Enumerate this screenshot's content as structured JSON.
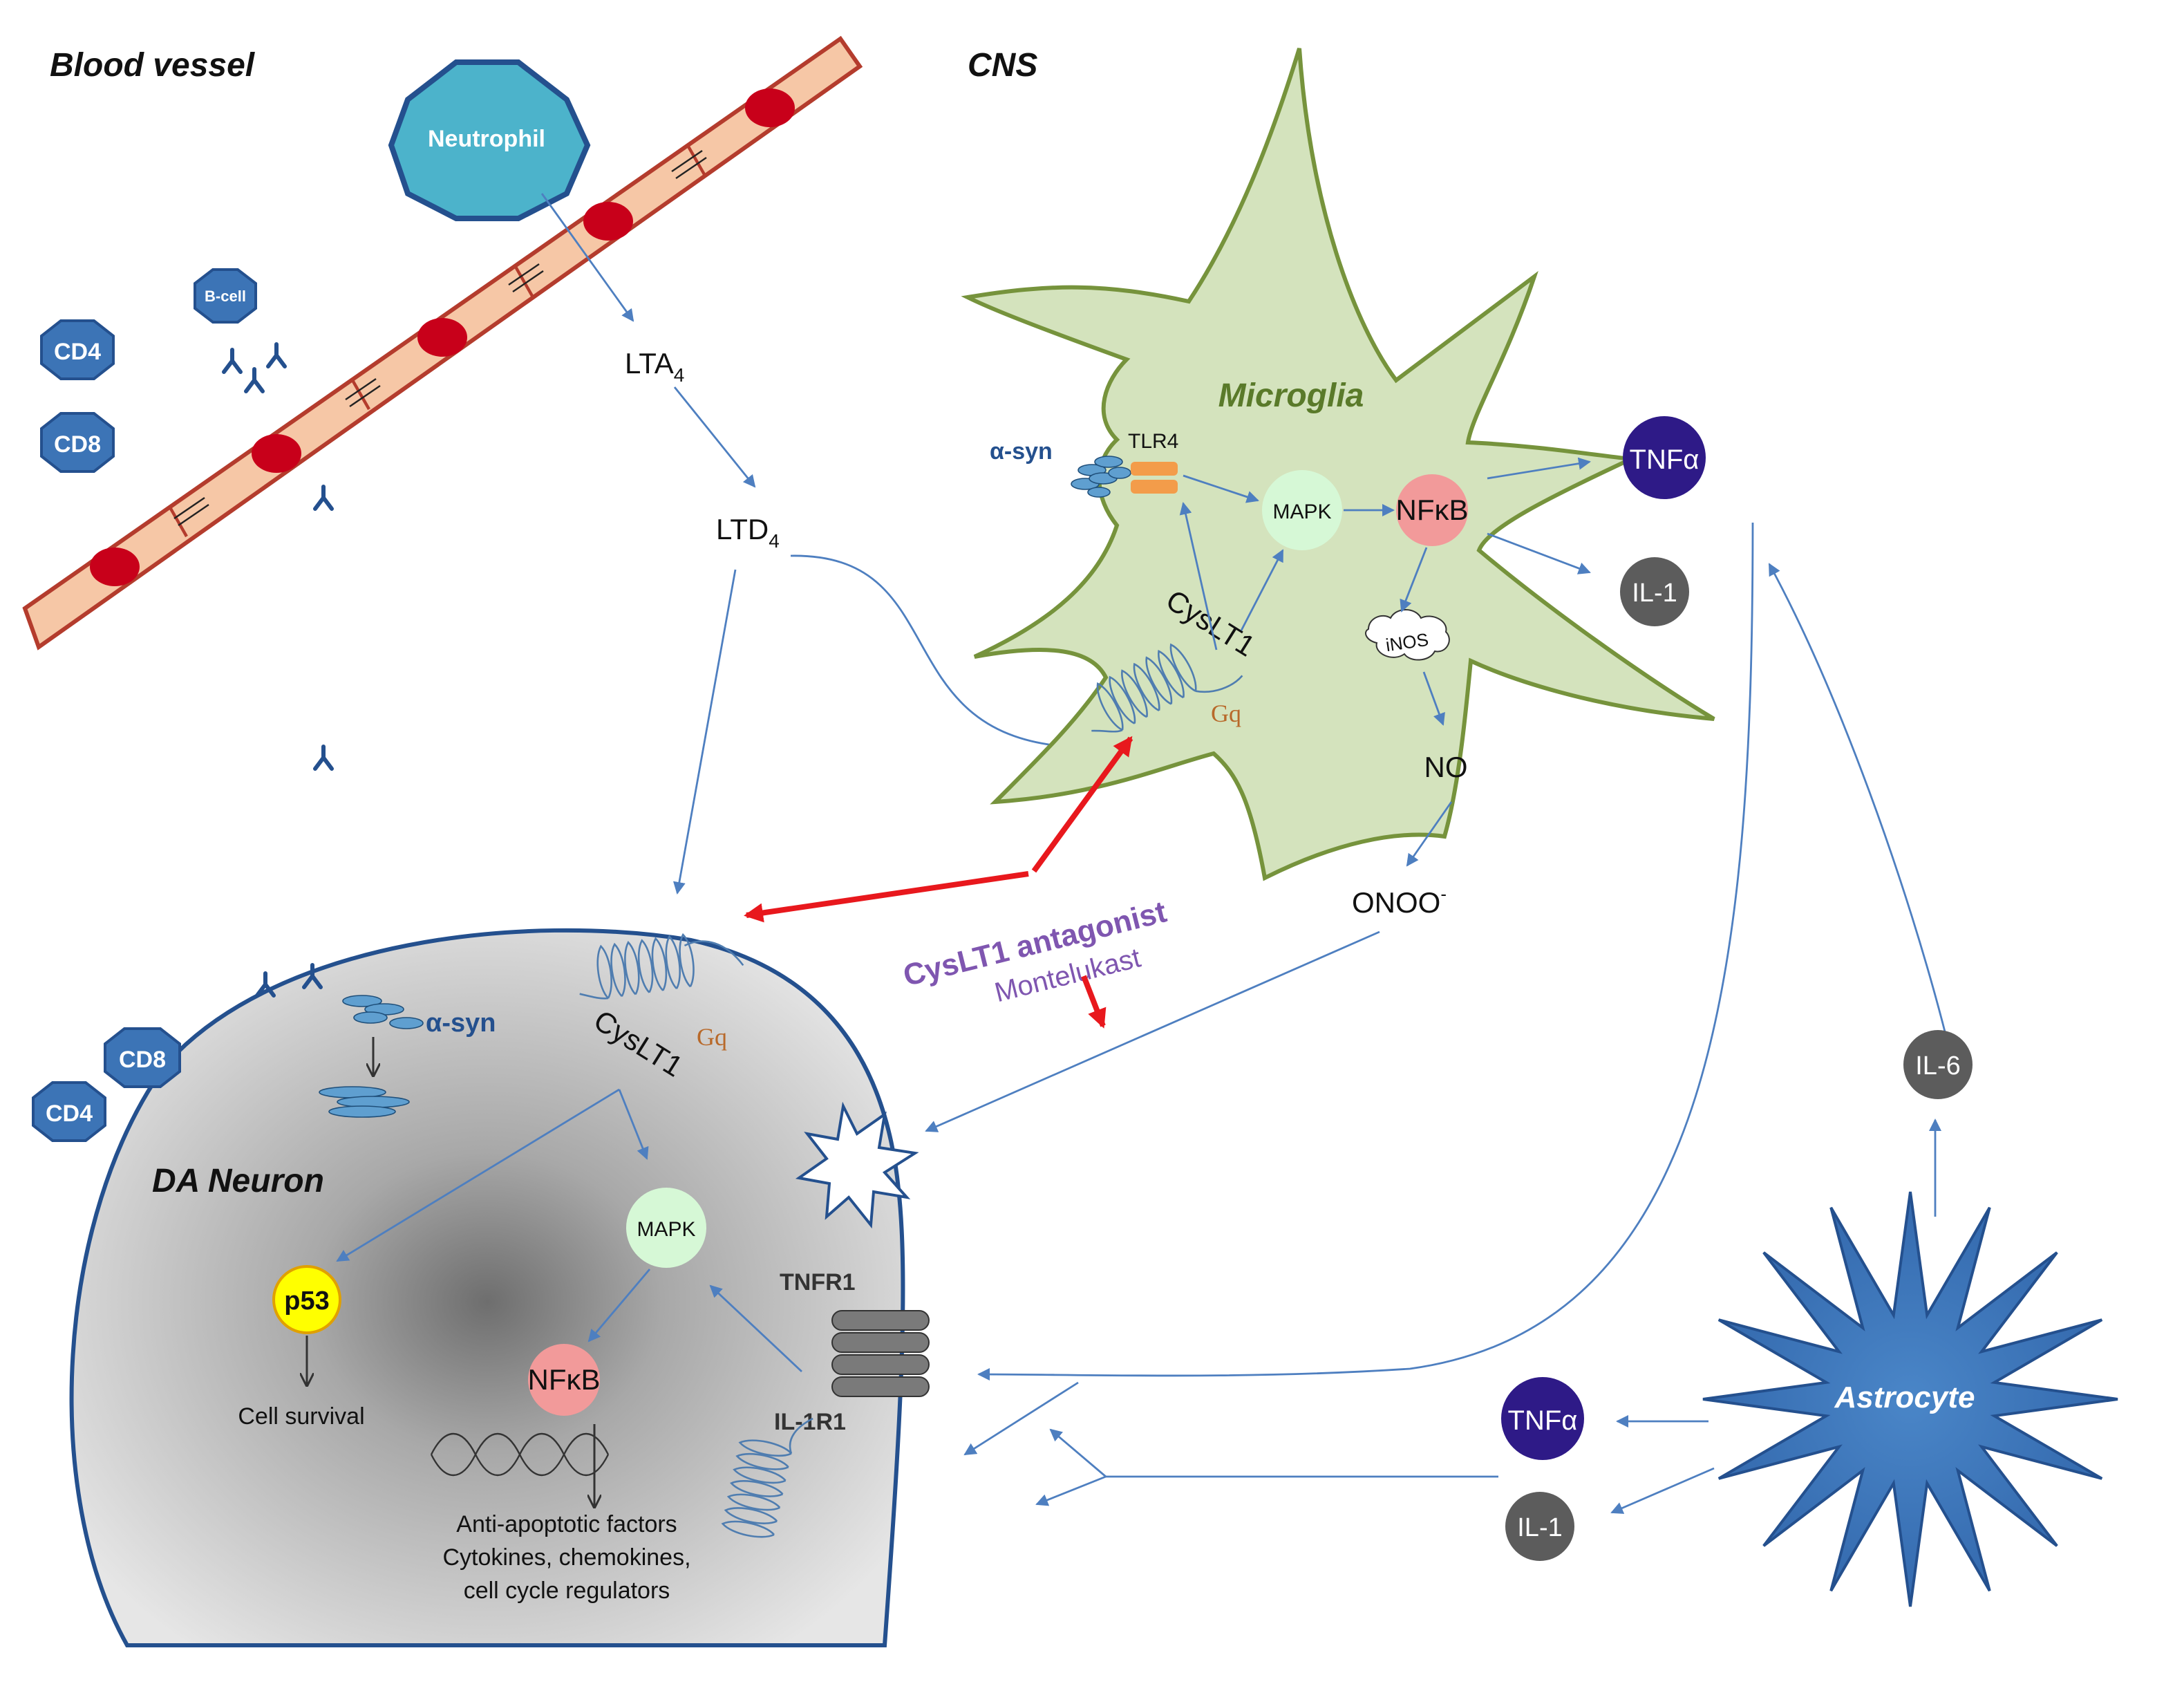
{
  "regions": {
    "blood_vessel": "Blood vessel",
    "cns": "CNS"
  },
  "cells": {
    "neutrophil": "Neutrophil",
    "b_cell": "B-cell",
    "cd4": "CD4",
    "cd8": "CD8",
    "microglia": "Microglia",
    "da_neuron": "DA Neuron",
    "astrocyte": "Astrocyte"
  },
  "mediators": {
    "lta4": "LTA",
    "lta4_sub": "4",
    "ltd4": "LTD",
    "ltd4_sub": "4",
    "no": "NO",
    "onoo": "ONOO",
    "onoo_sup": "-"
  },
  "microglia_pathway": {
    "alpha_syn": "α-syn",
    "tlr4": "TLR4",
    "mapk": "MAPK",
    "nfkb": "NFκB",
    "inos": "iNOS",
    "cyslt1": "CysLT1",
    "gq": "Gq",
    "tnfa": "TNFα",
    "il1": "IL-1"
  },
  "drug": {
    "name": "CysLT1 antagonist",
    "example": "Montelukast"
  },
  "neuron_pathway": {
    "alpha_syn": "α-syn",
    "cyslt1": "CysLT1",
    "gq": "Gq",
    "mapk": "MAPK",
    "nfkb": "NFκB",
    "p53": "p53",
    "cell_survival": "Cell survival",
    "tnfr1": "TNFR1",
    "il1r1": "IL-1R1",
    "outcomes": [
      "Anti-apoptotic factors",
      "Cytokines, chemokines,",
      "cell cycle regulators"
    ]
  },
  "astrocyte_outputs": {
    "tnfa": "TNFα",
    "il1": "IL-1",
    "il6": "IL-6"
  },
  "colors": {
    "vessel_fill": "#f6c7a6",
    "vessel_stroke": "#b43c2d",
    "rbc": "#c8001a",
    "immune_cell": "#3c74b6",
    "neutrophil": "#4cb3cb",
    "microglia_fill": "#d4e3bd",
    "microglia_stroke": "#76933c",
    "mapk": "#d6f8d6",
    "nfkb": "#f29a9a",
    "p53": "#ffff00",
    "tnfa": "#2e1a87",
    "grey_cytokine": "#5c5c5c",
    "antagonist_text": "#7f56b0",
    "inhibition_arrow": "#e8181d",
    "pathway_arrow": "#4e7fc0",
    "astrocyte": "#3f75b6"
  }
}
